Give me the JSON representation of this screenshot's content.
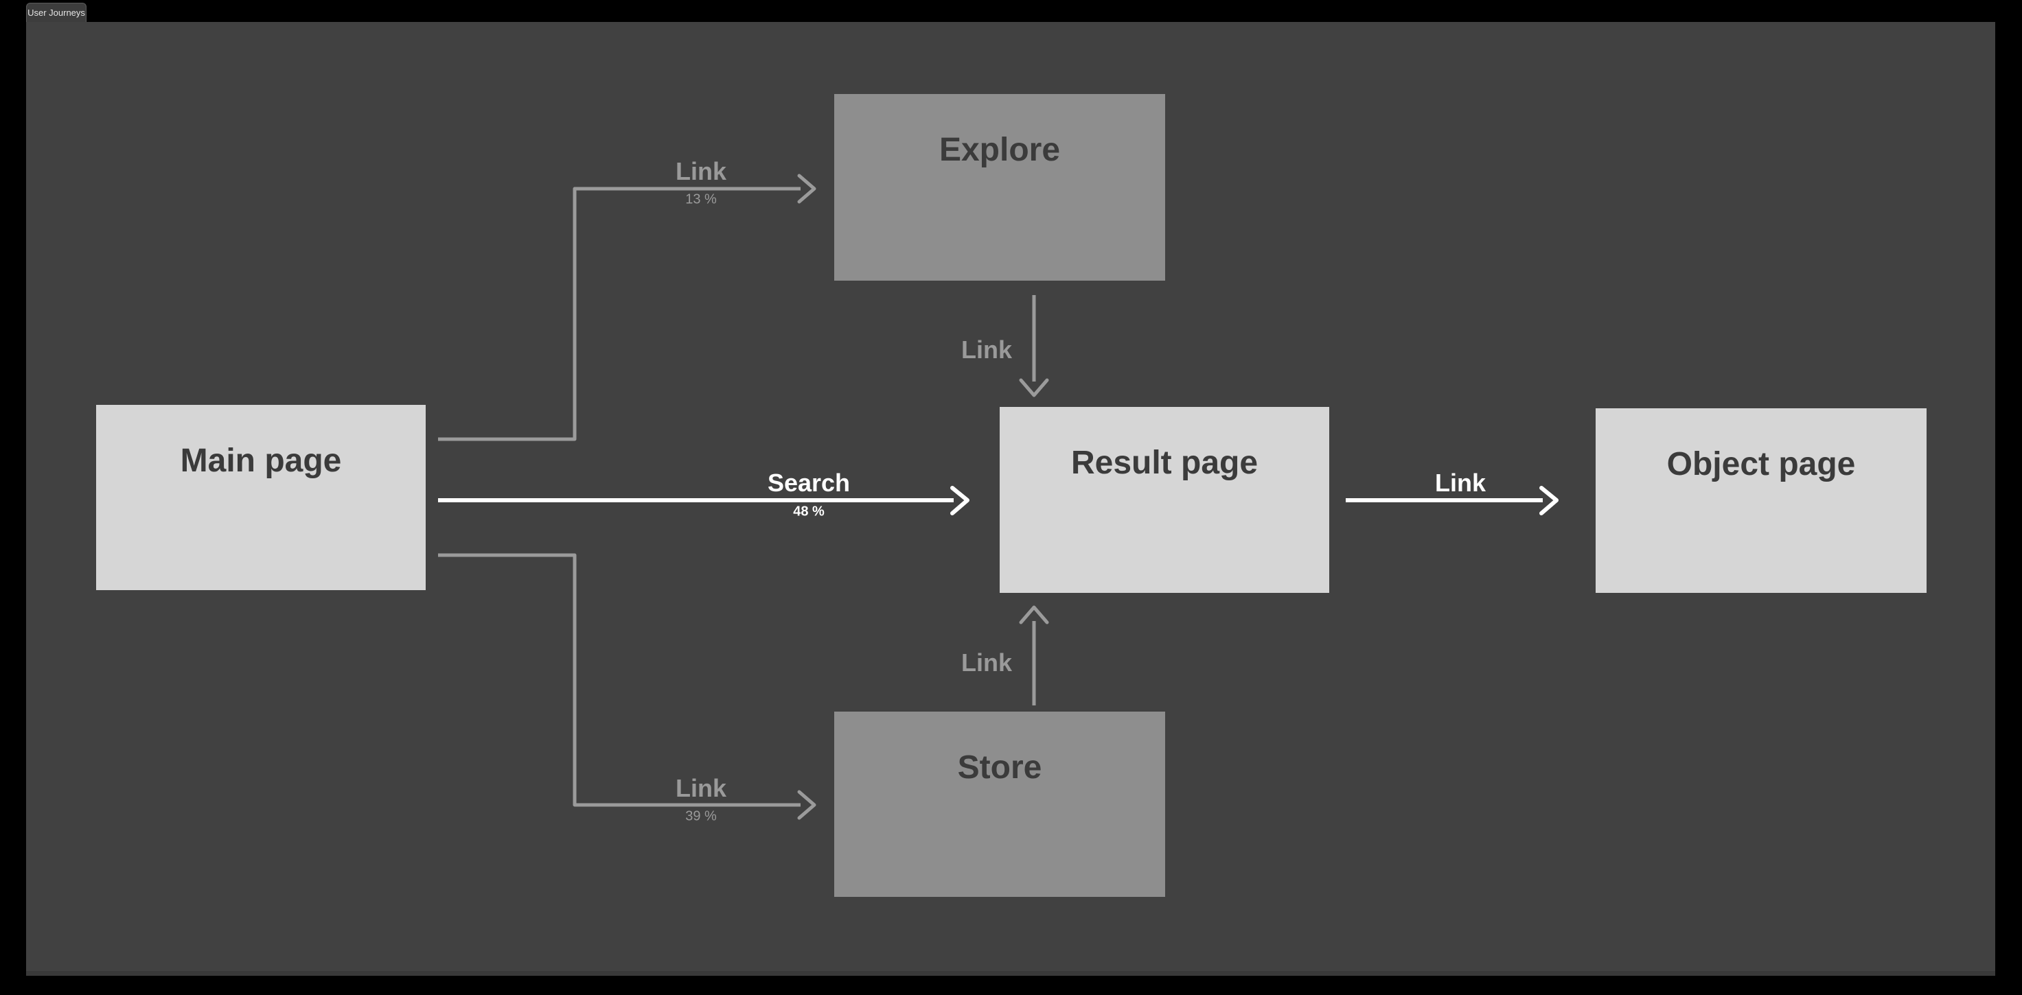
{
  "window": {
    "tab_label": "User Journeys"
  },
  "diagram": {
    "nodes": [
      {
        "id": "main-page",
        "label": "Main page",
        "variant": "light"
      },
      {
        "id": "explore",
        "label": "Explore",
        "variant": "mid"
      },
      {
        "id": "result-page",
        "label": "Result page",
        "variant": "light"
      },
      {
        "id": "object-page",
        "label": "Object page",
        "variant": "light"
      },
      {
        "id": "store",
        "label": "Store",
        "variant": "mid"
      }
    ],
    "edges": [
      {
        "from": "main-page",
        "to": "explore",
        "label": "Link",
        "percent": "13 %",
        "color": "gray"
      },
      {
        "from": "main-page",
        "to": "result-page",
        "label": "Search",
        "percent": "48 %",
        "color": "white"
      },
      {
        "from": "main-page",
        "to": "store",
        "label": "Link",
        "percent": "39 %",
        "color": "gray"
      },
      {
        "from": "explore",
        "to": "result-page",
        "label": "Link",
        "color": "gray"
      },
      {
        "from": "store",
        "to": "result-page",
        "label": "Link",
        "color": "gray"
      },
      {
        "from": "result-page",
        "to": "object-page",
        "label": "Link",
        "color": "white"
      }
    ],
    "colors": {
      "canvas_background": "#414141",
      "frame_background": "#000000",
      "node_light": "#d6d6d6",
      "node_mid": "#8e8e8e",
      "node_text": "#3b3b3b",
      "edge_gray": "#9a9a9a",
      "edge_white": "#ffffff"
    }
  }
}
